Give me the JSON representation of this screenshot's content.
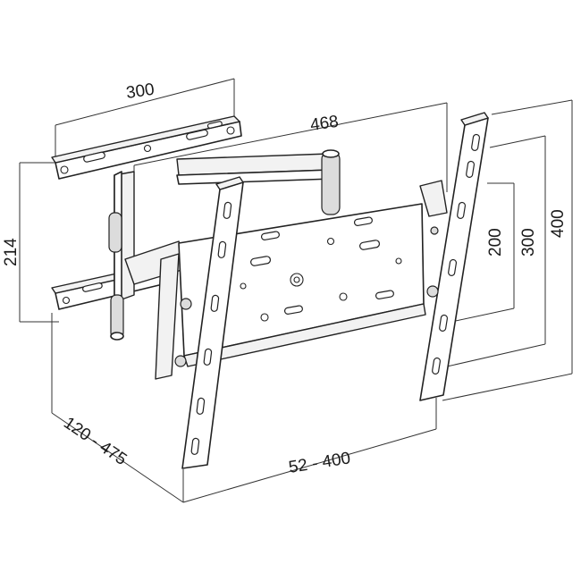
{
  "dimensions": {
    "top_width": "300",
    "arm_length": "468",
    "wall_height": "214",
    "depth_range": "120 - 475",
    "width_range": "52 - 400",
    "vesa_200": "200",
    "vesa_300": "300",
    "vesa_400": "400"
  }
}
